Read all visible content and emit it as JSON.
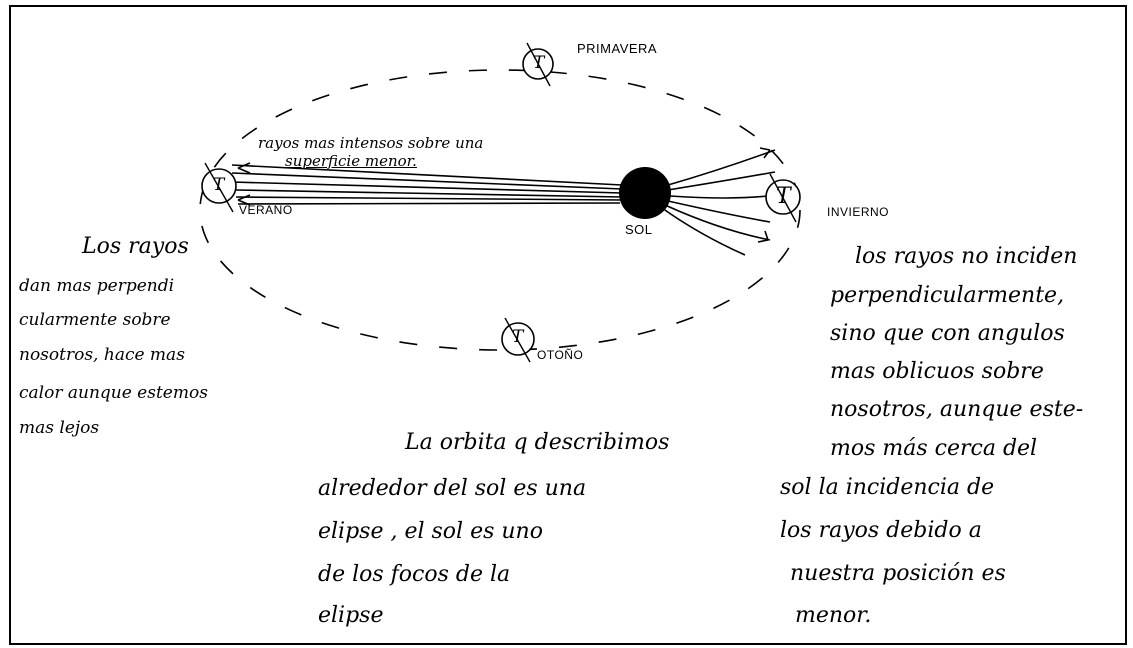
{
  "diagram": {
    "seasons": {
      "spring": "PRIMAVERA",
      "summer": "VERANO",
      "winter": "INVIERNO",
      "autumn": "OTOÑO"
    },
    "sun_label": "SOL",
    "earth_symbol": "T",
    "rays_note": [
      "rayos mas intensos sobre una",
      "superficie menor."
    ],
    "left_note": [
      "Los rayos",
      "dan mas perpendi",
      "cularmente sobre",
      "nosotros, hace mas",
      "calor aunque estemos",
      "mas lejos"
    ],
    "right_note": [
      "los rayos no inciden",
      "perpendicularmente,",
      "sino que con angulos",
      "mas oblicuos sobre",
      "nosotros, aunque este-",
      "mos más cerca del",
      "sol la incidencia de",
      "los rayos debido a",
      "nuestra posición es",
      "menor."
    ],
    "center_note": [
      "La orbita q describimos",
      "alrededor del sol es una",
      "elipse , el sol es uno",
      "de los focos de la",
      "elipse"
    ]
  }
}
